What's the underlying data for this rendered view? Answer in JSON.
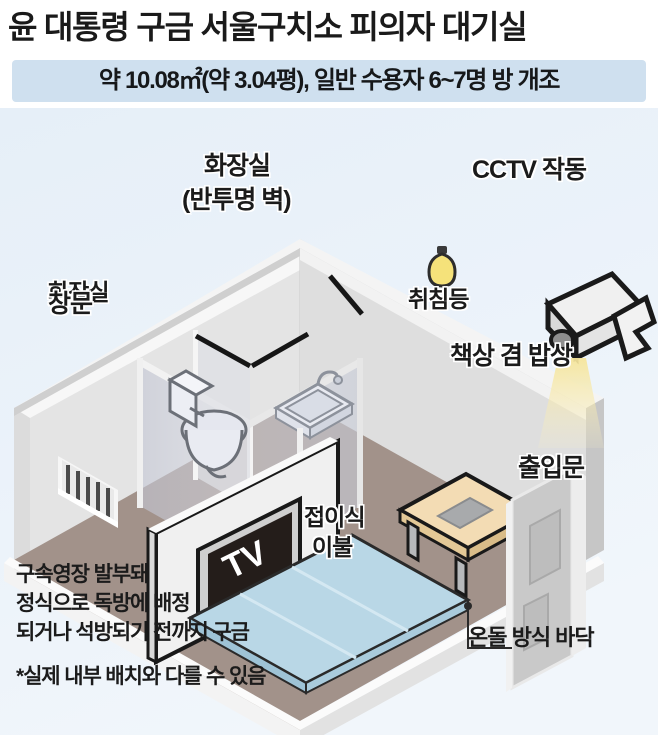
{
  "header": {
    "title": "윤 대통령 구금 서울구치소 피의자 대기실",
    "subtitle": "약 10.08㎡(약 3.04평), 일반 수용자 6~7명 방 개조",
    "subtitle_bar_color": "#cfe0ef"
  },
  "diagram": {
    "type": "isometric-room-cutaway",
    "background_color": "#eaf2f9",
    "labels": {
      "window": "창문",
      "bathroom_line1": "화장실",
      "bathroom_line2": "(반투명 벽)",
      "cctv": "CCTV 작동",
      "night_light": "취침등",
      "desk": "책상 겸 밥상",
      "door": "출입문",
      "tv": "TV",
      "bedding_line1": "접이식",
      "bedding_line2": "이불",
      "floor": "온돌 방식 바닥"
    },
    "notes": {
      "line1": "구속영장 발부돼",
      "line2": "정식으로 독방에 배정",
      "line3": "되거나 석방되기 전까지 구금",
      "disclaimer": "*실제 내부 배치와 다를 수 있음"
    },
    "colors": {
      "wall_light": "#e3e3e3",
      "wall_mid": "#d2d2d2",
      "wall_shadow": "#bdbdbd",
      "floor_taupe": "#a2928a",
      "floor_taupe_dark": "#8e7e76",
      "bedding_blue": "#b9d7e6",
      "desk_wood": "#f3dcb4",
      "bulb_yellow": "#f5e27a",
      "cctv_beam": "#f7e9a8",
      "outline": "#1a1a1a"
    }
  }
}
